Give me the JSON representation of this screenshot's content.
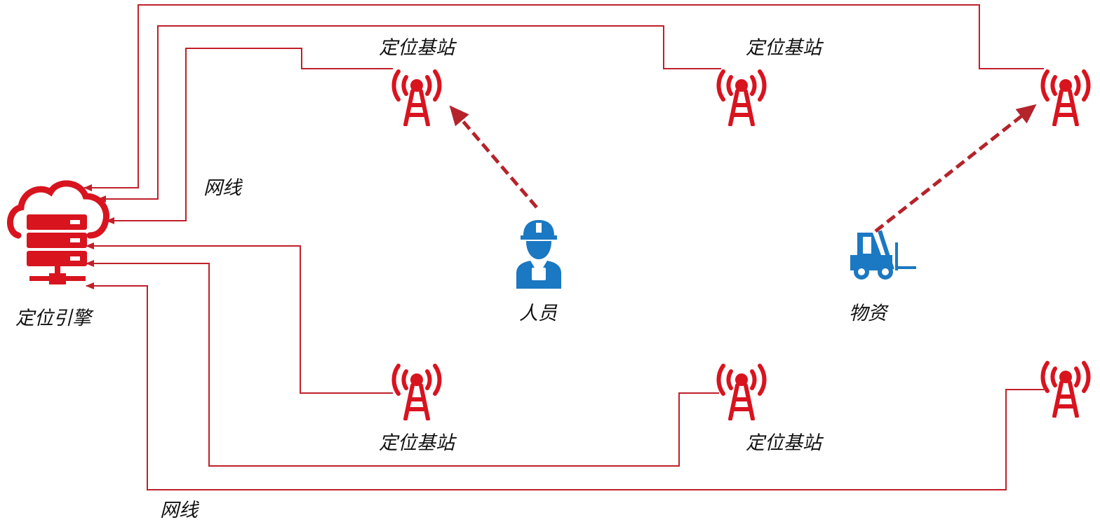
{
  "labels": {
    "base_station": "定位基站",
    "engine": "定位引擎",
    "cable": "网线",
    "person": "人员",
    "material": "物资"
  },
  "colors": {
    "wire": "#c0202a",
    "tower": "#d8141f",
    "server": "#d8141f",
    "arrow": "#b5232b",
    "worker": "#1b78c2",
    "forklift": "#1b78c2"
  },
  "icons": {
    "engine": "cloud-server-icon",
    "tower": "signal-tower-icon",
    "person": "worker-icon",
    "material": "forklift-icon"
  }
}
